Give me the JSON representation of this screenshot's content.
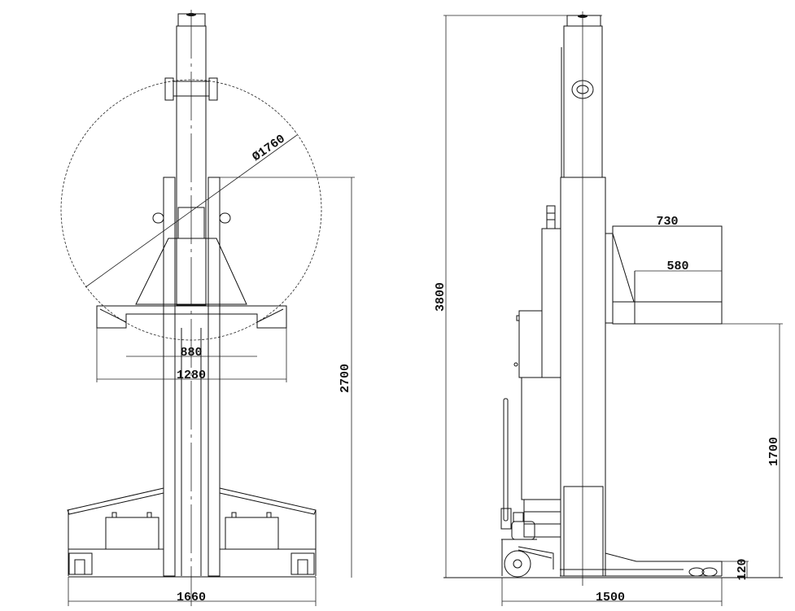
{
  "title": "Coil lifting cart – front and side elevation",
  "front_view": {
    "coil_diameter": "Ø1760",
    "inner_width": "880",
    "platform_width": "1280",
    "height_to_top_of_clamp": "2700",
    "base_width": "1660"
  },
  "side_view": {
    "overall_height": "3800",
    "platform_length": "730",
    "inner_platform_length": "580",
    "platform_height": "1700",
    "fork_height": "120",
    "overall_length": "1500"
  }
}
